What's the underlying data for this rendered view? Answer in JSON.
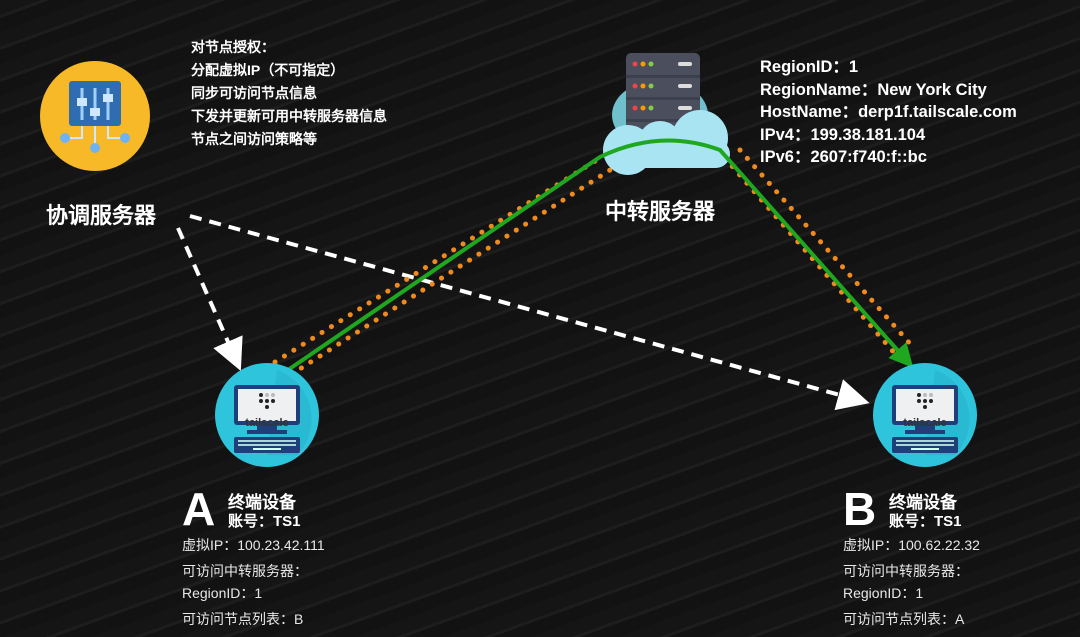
{
  "coordinator": {
    "label": "协调服务器",
    "duties": [
      "对节点授权：",
      "分配虚拟IP（不可指定）",
      "同步可访问节点信息",
      "下发并更新可用中转服务器信息",
      "节点之间访问策略等"
    ]
  },
  "relay": {
    "label": "中转服务器",
    "info": [
      "RegionID：1",
      "RegionName：New York City",
      "HostName：derp1f.tailscale.com",
      "IPv4：199.38.181.104",
      "IPv6：2607:f740:f::bc"
    ]
  },
  "devices": [
    {
      "letter": "A",
      "logo": "tailscale",
      "name": "终端设备",
      "account": "账号：TS1",
      "ip": "虚拟IP：100.23.42.111",
      "relay_title": "可访问中转服务器：",
      "region": "RegionID：1",
      "peers": "可访问节点列表：B"
    },
    {
      "letter": "B",
      "logo": "tailscale",
      "name": "终端设备",
      "account": "账号：TS1",
      "ip": "虚拟IP：100.62.22.32",
      "relay_title": "可访问中转服务器：",
      "region": "RegionID：1",
      "peers": "可访问节点列表：A"
    }
  ],
  "colors": {
    "path": "#1fa81f",
    "dotted": "#f08a1c",
    "coordinator": "#f7b928",
    "device": "#2ec4dc"
  }
}
